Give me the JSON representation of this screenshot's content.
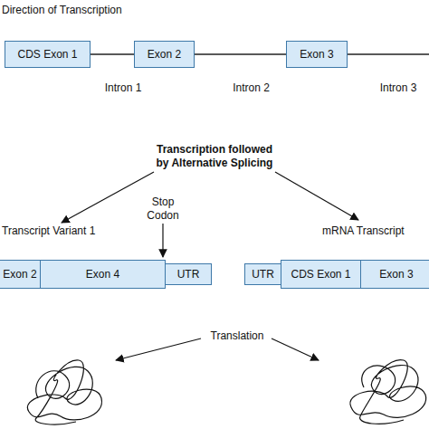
{
  "diagram": {
    "nodes": [
      {
        "text": [
          "CDS Exon 1"
        ]
      },
      {
        "text": [
          "Exon 2"
        ]
      },
      {
        "text": [
          "Exon 3"
        ]
      },
      {
        "text": [
          "Exon 2"
        ]
      },
      {
        "text": [
          "Exon 4"
        ]
      },
      {
        "text": [
          "UTR"
        ]
      },
      {
        "text": [
          "UTR"
        ]
      },
      {
        "text": [
          "CDS Exon 1"
        ]
      },
      {
        "text": [
          "Exon 3"
        ]
      }
    ],
    "edges": [
      {
        "from": 0,
        "to": 1,
        "arrow": "none",
        "label": "Intron 1"
      },
      {
        "from": 1,
        "to": 2,
        "arrow": "none",
        "label": "Intron 2"
      }
    ],
    "labels": [
      "Direction of Transcription",
      "Intron 3",
      "Transcription followed by Alternative Splicing",
      "Transcript Variant 1",
      "Stop Codon",
      "mRNA Transcript",
      "Translation"
    ]
  }
}
